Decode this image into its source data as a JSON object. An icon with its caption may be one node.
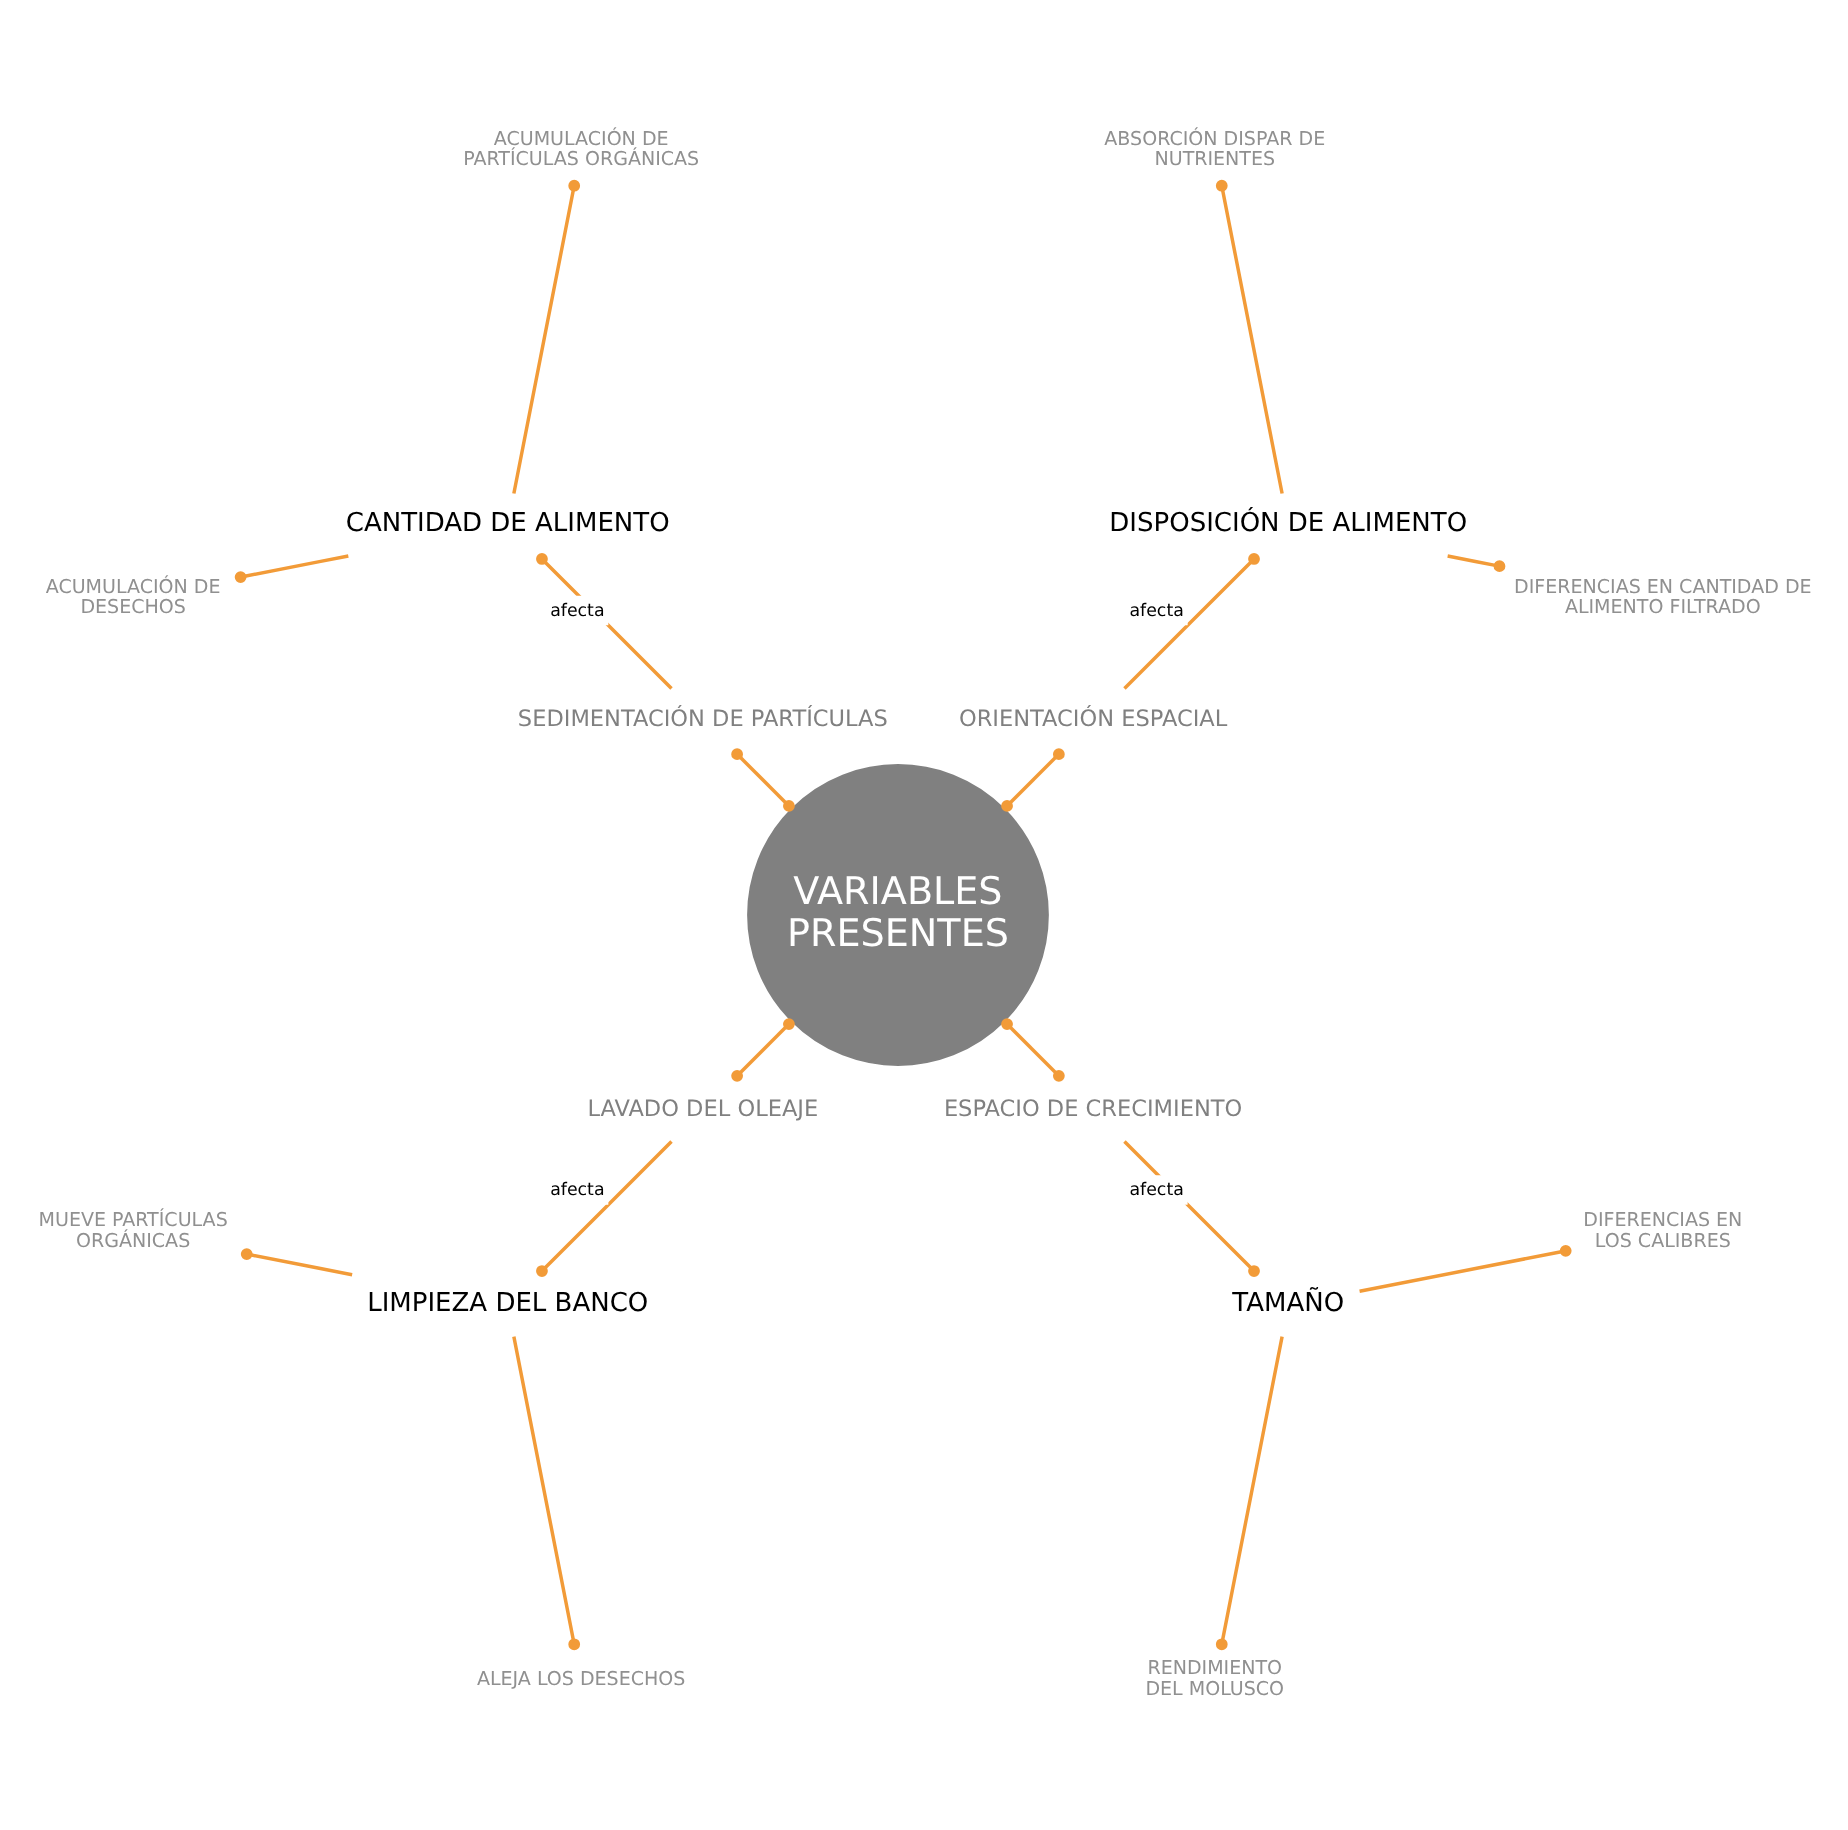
{
  "diagram": {
    "nodes": [
      {
        "text": [
          "VARIABLES PRESENTES"
        ]
      },
      {
        "text": [
          "ORIENTACIÓN ESPACIAL"
        ]
      },
      {
        "text": [
          "DISPOSICIÓN DE ALIMENTO"
        ]
      },
      {
        "text": [
          "DIFERENCIAS EN CANTIDAD DE ALIMENTO FILTRADO"
        ]
      },
      {
        "text": [
          "ABSORCIÓN DISPAR DE NUTRIENTES"
        ]
      },
      {
        "text": [
          "SEDIMENTACIÓN DE PARTÍCULAS"
        ]
      },
      {
        "text": [
          "CANTIDAD DE ALIMENTO"
        ]
      },
      {
        "text": [
          "ACUMULACIÓN DE PARTÍCULAS ORGÁNICAS"
        ]
      },
      {
        "text": [
          "ACUMULACIÓN DE DESECHOS"
        ]
      },
      {
        "text": [
          "LAVADO DEL OLEAJE"
        ]
      },
      {
        "text": [
          "LIMPIEZA DEL BANCO"
        ]
      },
      {
        "text": [
          "MUEVE PARTÍCULAS ORGÁNICAS"
        ]
      },
      {
        "text": [
          "ALEJA LOS DESECHOS"
        ]
      },
      {
        "text": [
          "ESPACIO DE CRECIMIENTO"
        ]
      },
      {
        "text": [
          "TAMAÑO"
        ]
      },
      {
        "text": [
          "RENDIMIENTO DEL MOLUSCO"
        ]
      },
      {
        "text": [
          "DIFERENCIAS EN LOS CALIBRES"
        ]
      }
    ],
    "edges": [
      {
        "from": 0,
        "to": 1,
        "arrow": "other",
        "color": "#f29b38"
      },
      {
        "from": 1,
        "to": 2,
        "arrow": "other",
        "label": "afecta",
        "color": "#f29b38"
      },
      {
        "from": 2,
        "to": 3,
        "arrow": "other",
        "color": "#f29b38"
      },
      {
        "from": 2,
        "to": 4,
        "arrow": "other",
        "color": "#f29b38"
      },
      {
        "from": 0,
        "to": 5,
        "arrow": "other",
        "color": "#f29b38"
      },
      {
        "from": 5,
        "to": 6,
        "arrow": "other",
        "label": "afecta",
        "color": "#f29b38"
      },
      {
        "from": 6,
        "to": 7,
        "arrow": "other",
        "color": "#f29b38"
      },
      {
        "from": 6,
        "to": 8,
        "arrow": "other",
        "color": "#f29b38"
      },
      {
        "from": 0,
        "to": 9,
        "arrow": "other",
        "color": "#f29b38"
      },
      {
        "from": 9,
        "to": 10,
        "arrow": "other",
        "label": "afecta",
        "color": "#f29b38"
      },
      {
        "from": 10,
        "to": 11,
        "arrow": "other",
        "color": "#f29b38"
      },
      {
        "from": 10,
        "to": 12,
        "arrow": "other",
        "color": "#f29b38"
      },
      {
        "from": 0,
        "to": 13,
        "arrow": "other",
        "color": "#f29b38"
      },
      {
        "from": 13,
        "to": 14,
        "arrow": "other",
        "label": "afecta",
        "color": "#f29b38"
      },
      {
        "from": 14,
        "to": 15,
        "arrow": "other",
        "color": "#f29b38"
      },
      {
        "from": 14,
        "to": 16,
        "arrow": "other",
        "color": "#f29b38"
      }
    ]
  }
}
